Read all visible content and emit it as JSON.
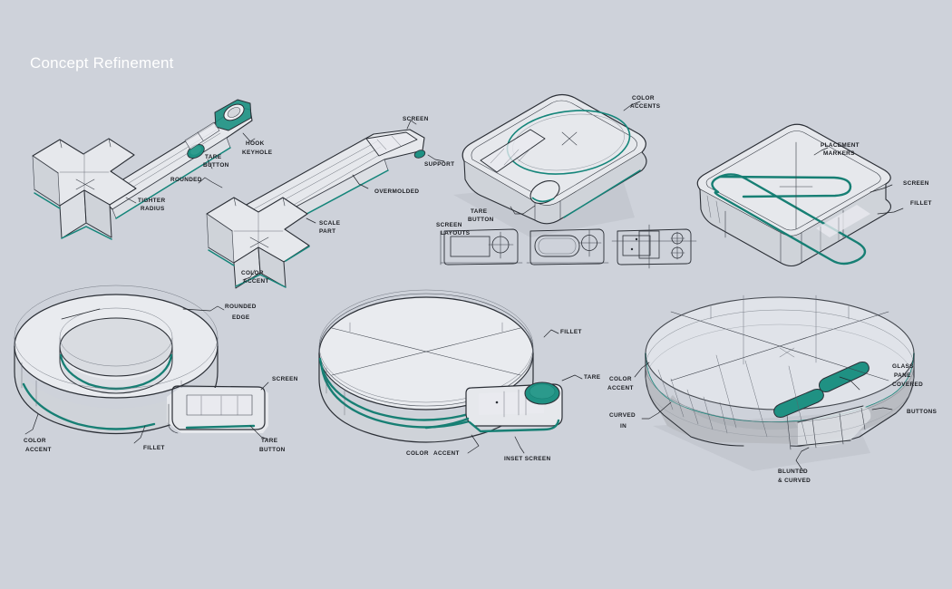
{
  "page": {
    "title": "Concept Refinement",
    "background_color": "#ced2da",
    "ink_color": "#2b2f36",
    "accent_color": "#1f9183",
    "title_color": "#ffffff"
  },
  "sketches": [
    {
      "id": "cross-scale-a",
      "name": "Cross scale with handle — three-quarter view",
      "annotations": [
        "HOOK KEYHOLE",
        "TARE BUTTON",
        "TIGHTER RADIUS"
      ]
    },
    {
      "id": "cross-scale-b",
      "name": "Cross scale with screen arm — three-quarter view",
      "annotations": [
        "ROUNDED",
        "SCREEN",
        "SUPPORT",
        "OVERMOLDED",
        "SCALE PART",
        "COLOR ACCENT"
      ]
    },
    {
      "id": "square-pad",
      "name": "Rounded square weighing pad",
      "annotations": [
        "COLOR ACCENTS",
        "TARE BUTTON"
      ]
    },
    {
      "id": "screen-layouts",
      "name": "Screen layout thumbnail studies",
      "annotations": [
        "SCREEN LAYOUTS"
      ]
    },
    {
      "id": "slab-pad",
      "name": "Flat slab pad with looping accent",
      "annotations": [
        "PLACEMENT MARKERS",
        "SCREEN",
        "FILLET"
      ]
    },
    {
      "id": "ring-scale",
      "name": "Ring scale with rectangular screen tab",
      "annotations": [
        "ROUNDED EDGE",
        "SCREEN",
        "COLOR ACCENT",
        "FILLET",
        "TARE BUTTON"
      ]
    },
    {
      "id": "disc-scale",
      "name": "Disc scale with inset screen tab",
      "annotations": [
        "FILLET",
        "TARE",
        "COLOR ACCENT",
        "INSET SCREEN"
      ]
    },
    {
      "id": "glass-disc",
      "name": "Glass covered disc with side buttons",
      "annotations": [
        "COLOR ACCENT",
        "CURVED IN",
        "GLASS PANE COVERED",
        "BUTTONS",
        "BLUNTED & CURVED"
      ]
    }
  ],
  "labels": {
    "hook_keyhole": "HOOK\nKEYHOLE",
    "hook_keyhole_l1": "HOOK",
    "hook_keyhole_l2": "KEYHOLE",
    "tare_button_l1": "TARE",
    "tare_button_l2": "BUTTON",
    "tighter_radius_l1": "TIGHTER",
    "tighter_radius_l2": "RADIUS",
    "rounded": "ROUNDED",
    "screen": "SCREEN",
    "support": "SUPPORT",
    "overmolded": "OVERMOLDED",
    "scale_part_l1": "SCALE",
    "scale_part_l2": "PART",
    "color_accent_l1": "COLOR",
    "color_accent_l2": "ACCENT",
    "color_accents_l1": "COLOR",
    "color_accents_l2": "ACCENTS",
    "screen_layouts_l1": "SCREEN",
    "screen_layouts_l2": "LAYOUTS",
    "placement_markers_l1": "PLACEMENT",
    "placement_markers_l2": "MARKERS",
    "fillet": "FILLET",
    "rounded_edge_l1": "ROUNDED",
    "rounded_edge_l2": "EDGE",
    "tare": "TARE",
    "inset_screen": "INSET SCREEN",
    "glass_pane_l1": "GLASS",
    "glass_pane_l2": "PANE",
    "glass_pane_l3": "COVERED",
    "buttons": "BUTTONS",
    "curved_in_l1": "CURVED",
    "curved_in_l2": "IN",
    "blunted_l1": "BLUNTED",
    "blunted_l2": "& CURVED"
  }
}
